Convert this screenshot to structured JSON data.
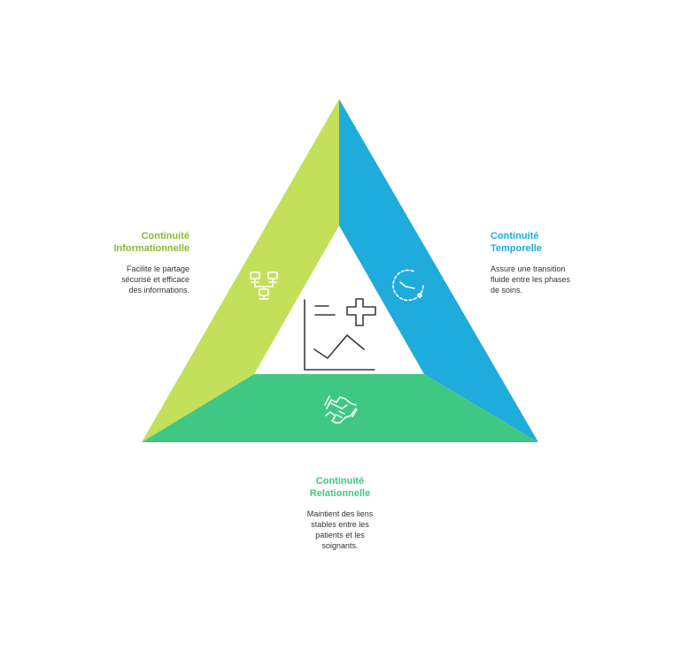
{
  "colors": {
    "green_light": "#C3E05A",
    "blue": "#1FABDB",
    "green": "#3EC884",
    "icon_stroke": "#FFFFFF",
    "center_icon_stroke": "#3A3A3A",
    "desc_text": "#333333"
  },
  "sections": {
    "informational": {
      "title": "Continuité\nInformationnelle",
      "description": "Facilite le partage\nsécurisé et efficace\ndes informations.",
      "icon": "network-computers-icon",
      "color": "#8AB834"
    },
    "temporal": {
      "title": "Continuité\nTemporelle",
      "description": "Assure une transition\nfluide entre les phases\nde soins.",
      "icon": "clock-timer-icon",
      "color": "#1FABDB"
    },
    "relational": {
      "title": "Continuité\nRelationnelle",
      "description": "Maintient des liens\nstables entre les\npatients et les\nsoignants.",
      "icon": "handshake-icon",
      "color": "#3EC884"
    }
  },
  "center": {
    "icon": "health-chart-icon"
  }
}
